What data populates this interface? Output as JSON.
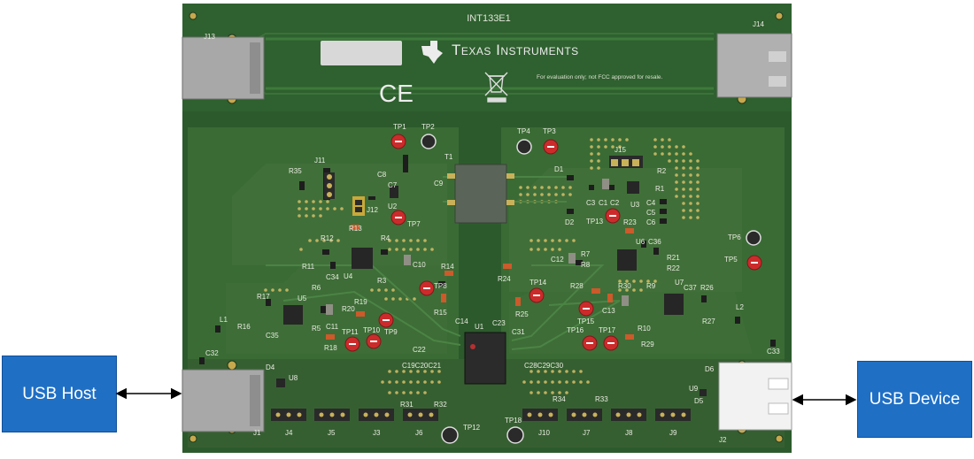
{
  "board": {
    "title": "INT133E1",
    "brand": "Texas Instruments",
    "notice": "For evaluation only; not FCC approved for resale.",
    "ce_mark": "CE",
    "colors": {
      "board": "#2c5a2c",
      "board_light": "#3c6e37",
      "copper": "#c9b15a",
      "testpoint_red": "#cc2b2b",
      "callout_blue": "#1f6fc5"
    },
    "connectors": [
      "J13",
      "J14",
      "J1",
      "J2"
    ],
    "jumpers": [
      "J11",
      "J12",
      "J15"
    ],
    "headers": [
      "J4",
      "J5",
      "J3",
      "J6",
      "J10",
      "J7",
      "J8",
      "J9"
    ],
    "test_points_red": [
      "TP1",
      "TP3",
      "TP5",
      "TP7",
      "TP8",
      "TP9",
      "TP10",
      "TP11",
      "TP13",
      "TP14",
      "TP15",
      "TP16",
      "TP17"
    ],
    "test_points_black": [
      "TP2",
      "TP4",
      "TP6",
      "TP12",
      "TP18"
    ],
    "chips": {
      "transformer": "T1",
      "main": "U1",
      "left": [
        "U2",
        "U4",
        "U5",
        "U8"
      ],
      "right": [
        "U3",
        "U6",
        "U7",
        "U9"
      ]
    },
    "labels_left": [
      "R35",
      "C8",
      "C7",
      "C9",
      "R13",
      "R12",
      "R4",
      "R11",
      "C34",
      "C10",
      "R14",
      "R17",
      "R6",
      "R3",
      "L1",
      "R16",
      "C35",
      "R5",
      "C11",
      "R19",
      "R20",
      "R18",
      "R15",
      "C14",
      "C22",
      "C32",
      "D4",
      "R31",
      "R32"
    ],
    "labels_right": [
      "D1",
      "D2",
      "R2",
      "R1",
      "C3",
      "C1",
      "C2",
      "C4",
      "C5",
      "C6",
      "R23",
      "C36",
      "R7",
      "C12",
      "R8",
      "R21",
      "R22",
      "R24",
      "R28",
      "R30",
      "R9",
      "C37",
      "R26",
      "C13",
      "R25",
      "R10",
      "R27",
      "R29",
      "L2",
      "C33",
      "C23",
      "C31",
      "D6",
      "D5",
      "R34",
      "R33"
    ],
    "bottom_caps_left": "C19C20C21",
    "bottom_caps_right": "C28C29C30"
  },
  "callouts": {
    "host": "USB Host",
    "device": "USB Device"
  }
}
